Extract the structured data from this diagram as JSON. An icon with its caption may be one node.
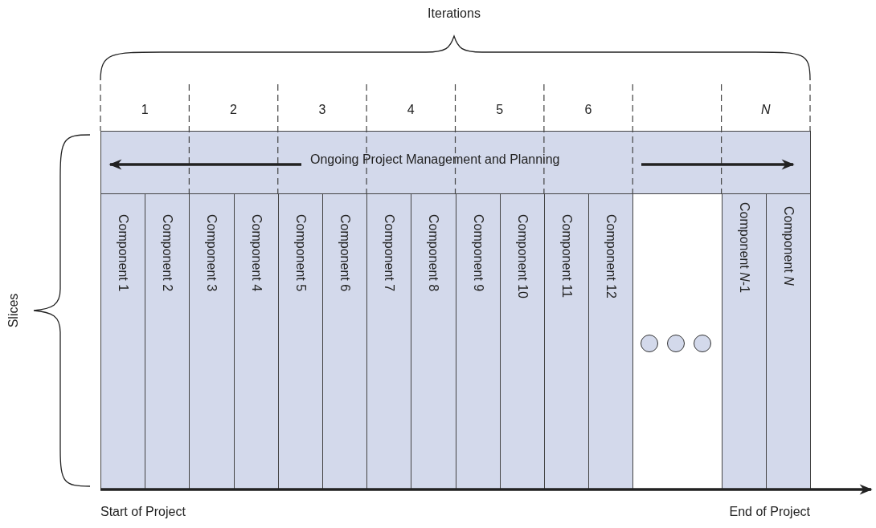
{
  "diagram": {
    "nodes": [
      {
        "text": [
          "Ongoing Project Management and Planning"
        ]
      },
      {
        "text": [
          "Component 1"
        ]
      },
      {
        "text": [
          "Component 2"
        ]
      },
      {
        "text": [
          "Component 3"
        ]
      },
      {
        "text": [
          "Component 4"
        ]
      },
      {
        "text": [
          "Component 5"
        ]
      },
      {
        "text": [
          "Component 6"
        ]
      },
      {
        "text": [
          "Component 7"
        ]
      },
      {
        "text": [
          "Component 8"
        ]
      },
      {
        "text": [
          "Component 9"
        ]
      },
      {
        "text": [
          "Component 10"
        ]
      },
      {
        "text": [
          "Component 11"
        ]
      },
      {
        "text": [
          "Component 12"
        ]
      },
      {
        "text": [
          "Component *N*-1"
        ]
      },
      {
        "text": [
          "Component *N*"
        ]
      },
      {
        "text": [],
        "shape": "circle"
      },
      {
        "text": [],
        "shape": "circle"
      },
      {
        "text": [],
        "shape": "circle"
      }
    ],
    "edges": [],
    "labels": [
      "Iterations",
      "1",
      "2",
      "3",
      "4",
      "5",
      "6",
      "N",
      "Slices",
      "Start of Project",
      "End of Project"
    ]
  }
}
